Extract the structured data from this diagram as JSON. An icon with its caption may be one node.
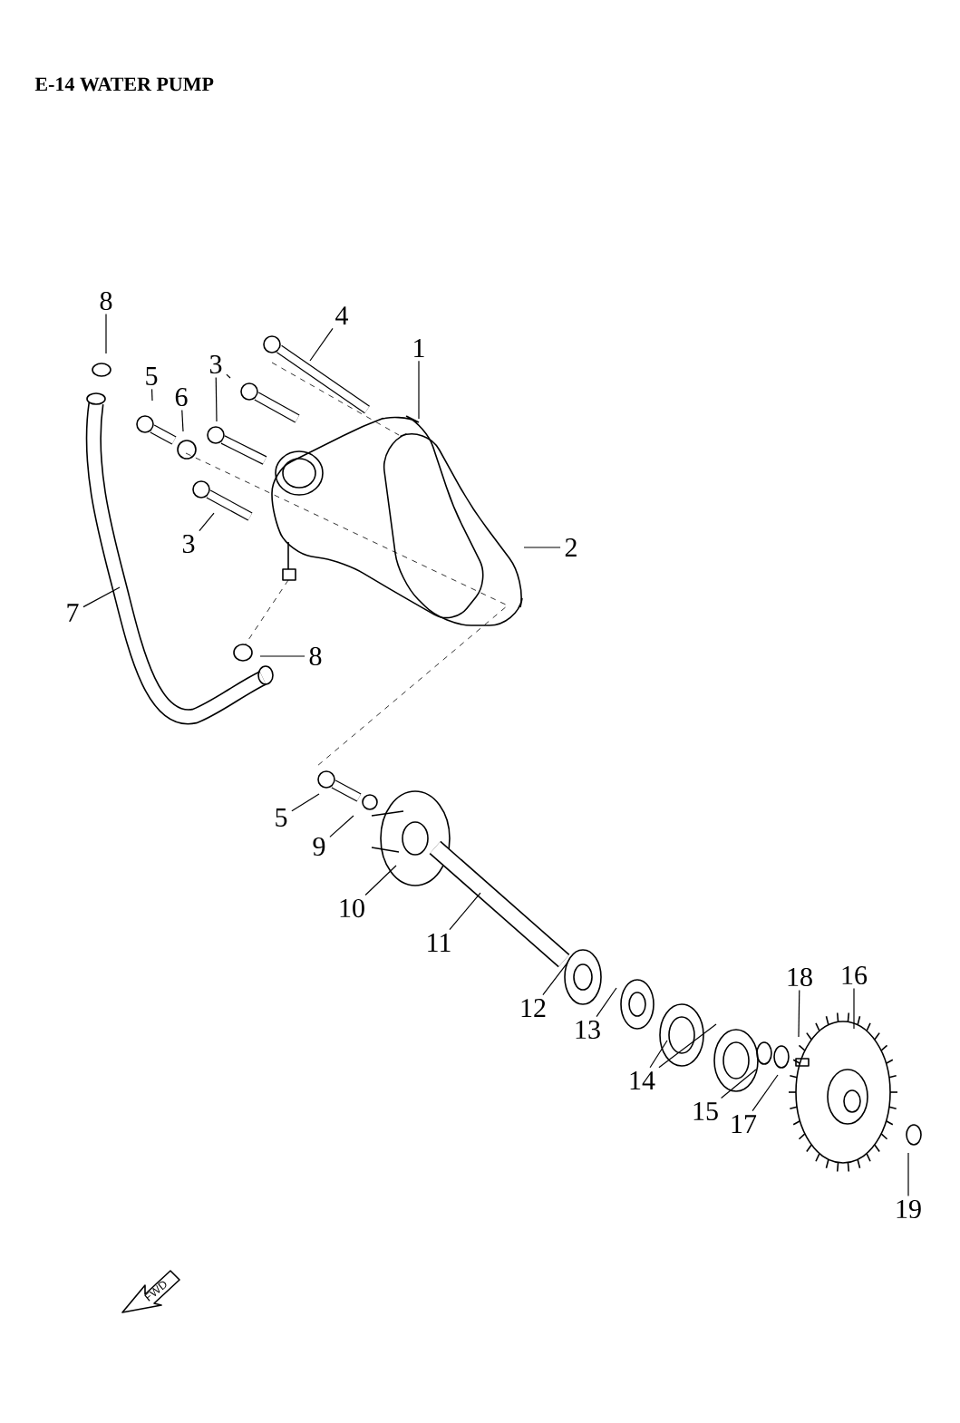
{
  "diagram": {
    "title": "E-14 WATER PUMP",
    "nodes": [
      {
        "text": [
          "8"
        ]
      },
      {
        "text": [
          "4"
        ]
      },
      {
        "text": [
          "1"
        ]
      },
      {
        "text": [
          "3"
        ]
      },
      {
        "text": [
          "5"
        ]
      },
      {
        "text": [
          "6"
        ]
      },
      {
        "text": [
          "3"
        ]
      },
      {
        "text": [
          "2"
        ]
      },
      {
        "text": [
          "7"
        ]
      },
      {
        "text": [
          "8"
        ]
      },
      {
        "text": [
          "5"
        ]
      },
      {
        "text": [
          "9"
        ]
      },
      {
        "text": [
          "10"
        ]
      },
      {
        "text": [
          "11"
        ]
      },
      {
        "text": [
          "12"
        ]
      },
      {
        "text": [
          "13"
        ]
      },
      {
        "text": [
          "18"
        ]
      },
      {
        "text": [
          "16"
        ]
      },
      {
        "text": [
          "14"
        ]
      },
      {
        "text": [
          "15"
        ]
      },
      {
        "text": [
          "17"
        ]
      },
      {
        "text": [
          "19"
        ]
      }
    ],
    "edges": [
      {
        "from": 0,
        "to": null,
        "arrow": "none"
      },
      {
        "from": 1,
        "to": null,
        "arrow": "none"
      },
      {
        "from": 2,
        "to": null,
        "arrow": "none"
      },
      {
        "from": 3,
        "to": null,
        "arrow": "none"
      },
      {
        "from": 3,
        "to": null,
        "arrow": "none"
      },
      {
        "from": 4,
        "to": null,
        "arrow": "none"
      },
      {
        "from": 5,
        "to": null,
        "arrow": "none"
      },
      {
        "from": 6,
        "to": null,
        "arrow": "none"
      },
      {
        "from": 7,
        "to": null,
        "arrow": "none"
      },
      {
        "from": 8,
        "to": null,
        "arrow": "none"
      },
      {
        "from": 9,
        "to": null,
        "arrow": "none"
      },
      {
        "from": 10,
        "to": null,
        "arrow": "none"
      },
      {
        "from": 11,
        "to": null,
        "arrow": "none"
      },
      {
        "from": 12,
        "to": null,
        "arrow": "none"
      },
      {
        "from": 13,
        "to": null,
        "arrow": "none"
      },
      {
        "from": 14,
        "to": null,
        "arrow": "none"
      },
      {
        "from": 15,
        "to": null,
        "arrow": "none"
      },
      {
        "from": 16,
        "to": null,
        "arrow": "none"
      },
      {
        "from": 17,
        "to": null,
        "arrow": "none"
      },
      {
        "from": 18,
        "to": null,
        "arrow": "none"
      },
      {
        "from": 18,
        "to": null,
        "arrow": "none"
      },
      {
        "from": 19,
        "to": null,
        "arrow": "none"
      },
      {
        "from": 20,
        "to": null,
        "arrow": "none"
      },
      {
        "from": 21,
        "to": null,
        "arrow": "none"
      }
    ],
    "labels": [
      "FWD"
    ]
  }
}
